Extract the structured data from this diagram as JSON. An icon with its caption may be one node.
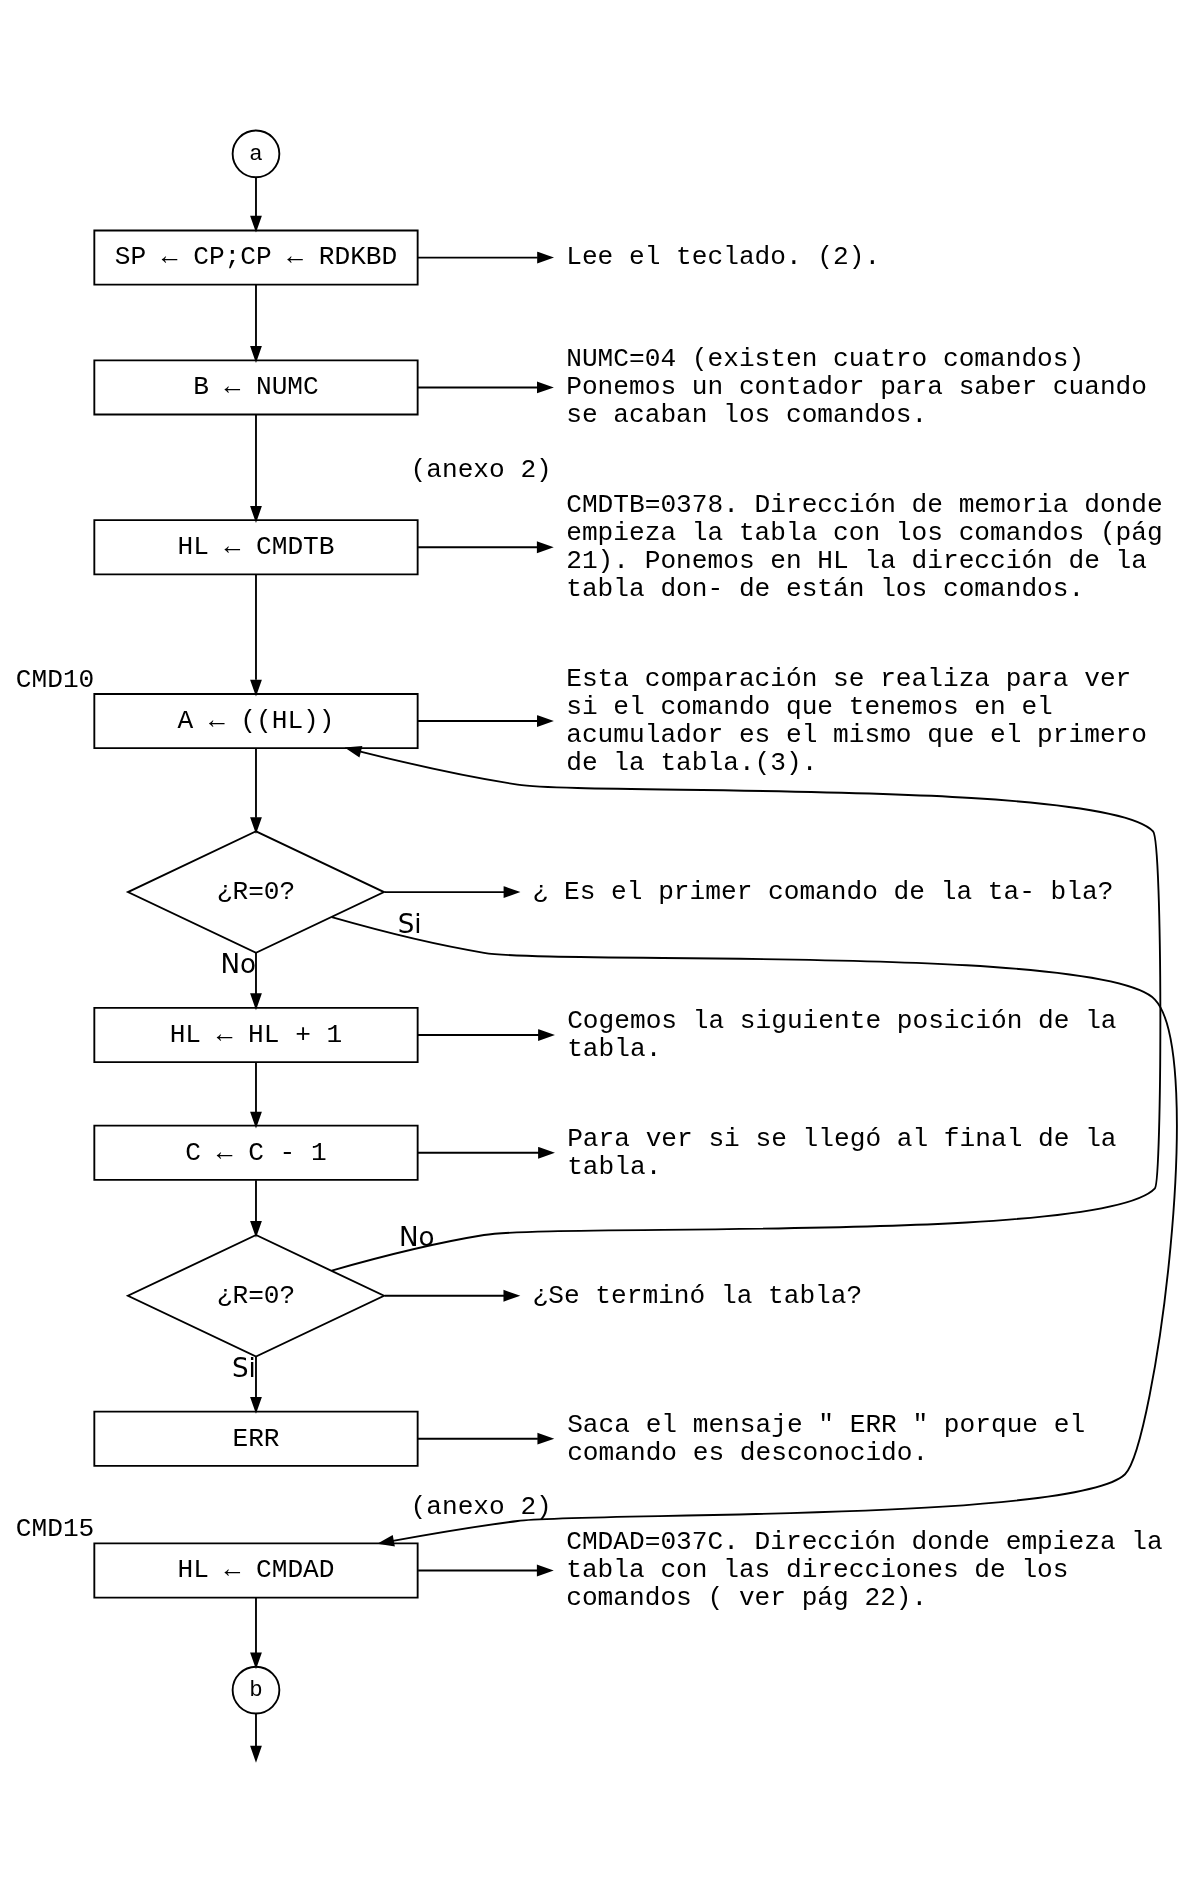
{
  "diagram": {
    "nodes": [
      {
        "text": [
          "a"
        ]
      },
      {
        "text": [
          "SP ← CP;CP ← RDKBD"
        ]
      },
      {
        "text": [
          "Lee el teclado. (2)."
        ]
      },
      {
        "text": [
          "B ← NUMC"
        ]
      },
      {
        "text": [
          "NUMC=04 (existen cuatro comandos) Ponemos un contador para saber cuando se acaban los comandos."
        ]
      },
      {
        "text": [
          "HL ← CMDTB"
        ]
      },
      {
        "text": [
          "CMDTB=0378. Dirección de memoria donde empieza la tabla con los comandos (pág 21). Ponemos en HL la dirección de la tabla don- de están los comandos."
        ],
        "beside": [
          "(anexo 2)"
        ]
      },
      {
        "text": [
          "A ← ((HL))"
        ],
        "beside": [
          "CMD10"
        ]
      },
      {
        "text": [
          "Esta comparación se realiza para ver si el comando que tenemos en el acumulador es el mismo que el primero de la tabla.(3)."
        ]
      },
      {
        "text": [
          "¿R=0?"
        ]
      },
      {
        "text": [
          "¿ Es el primer comando de la ta- bla?"
        ]
      },
      {
        "text": [
          "HL ← HL + 1"
        ]
      },
      {
        "text": [
          "Cogemos la siguiente posición de la tabla."
        ]
      },
      {
        "text": [
          "C ← C - 1"
        ]
      },
      {
        "text": [
          "Para ver si se llegó al final de la tabla."
        ]
      },
      {
        "text": [
          "¿R=0?"
        ]
      },
      {
        "text": [
          "¿Se terminó la tabla?"
        ]
      },
      {
        "text": [
          "ERR"
        ]
      },
      {
        "text": [
          "Saca el mensaje \" ERR \" porque el comando es desconocido."
        ]
      },
      {
        "text": [
          "HL ← CMDAD"
        ],
        "beside": [
          "CMD15"
        ]
      },
      {
        "text": [
          "CMDAD=037C. Dirección donde empieza la tabla con las direcciones de los comandos ( ver pág 22)."
        ],
        "beside": [
          "(anexo 2)"
        ]
      },
      {
        "text": [
          "b"
        ]
      }
    ],
    "edges": [
      {
        "from": 0,
        "to": 1,
        "arrow": "to"
      },
      {
        "from": 1,
        "to": 2,
        "arrow": "to"
      },
      {
        "from": 1,
        "to": 3,
        "arrow": "to"
      },
      {
        "from": 3,
        "to": 4,
        "arrow": "to"
      },
      {
        "from": 3,
        "to": 5,
        "arrow": "to"
      },
      {
        "from": 5,
        "to": 6,
        "arrow": "to"
      },
      {
        "from": 5,
        "to": 7,
        "arrow": "to"
      },
      {
        "from": 7,
        "to": 8,
        "arrow": "to"
      },
      {
        "from": 7,
        "to": 9,
        "arrow": "to"
      },
      {
        "from": 9,
        "to": 10,
        "arrow": "to"
      },
      {
        "from": 9,
        "to": 19,
        "label": "Si",
        "arrow": "to"
      },
      {
        "from": 9,
        "to": 11,
        "label": "No",
        "arrow": "to"
      },
      {
        "from": 11,
        "to": 12,
        "arrow": "to"
      },
      {
        "from": 11,
        "to": 13,
        "arrow": "to"
      },
      {
        "from": 13,
        "to": 14,
        "arrow": "to"
      },
      {
        "from": 13,
        "to": 15,
        "arrow": "to"
      },
      {
        "from": 15,
        "to": 16,
        "arrow": "to"
      },
      {
        "from": 15,
        "to": 7,
        "label": "No",
        "arrow": "to"
      },
      {
        "from": 15,
        "to": 17,
        "label": "Si",
        "arrow": "to"
      },
      {
        "from": 17,
        "to": 18,
        "arrow": "to"
      },
      {
        "from": 19,
        "to": 20,
        "arrow": "to"
      },
      {
        "from": 19,
        "to": 21,
        "arrow": "to"
      },
      {
        "from": 21,
        "to": null,
        "arrow": "to"
      }
    ]
  }
}
